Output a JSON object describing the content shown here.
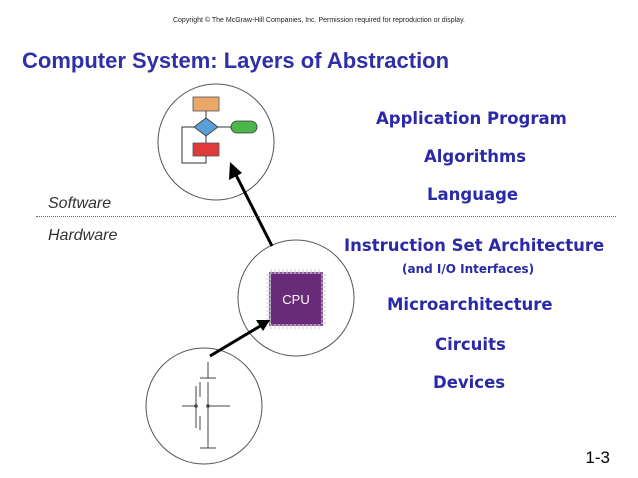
{
  "copyright": "Copyright © The McGraw-Hill Companies, Inc.  Permission required for reproduction or display.",
  "title": "Computer System: Layers of Abstraction",
  "layers": {
    "application_program": "Application Program",
    "algorithms": "Algorithms",
    "language": "Language",
    "isa": "Instruction Set Architecture",
    "isa_sub": "(and I/O Interfaces)",
    "microarchitecture": "Microarchitecture",
    "circuits": "Circuits",
    "devices": "Devices"
  },
  "labels": {
    "software": "Software",
    "hardware": "Hardware",
    "cpu": "CPU"
  },
  "page_number": "1-3",
  "colors": {
    "title": "#2f2fa8",
    "layer_text": "#2a2aa8",
    "cpu_chip": "#6a2a7a",
    "flow_orange": "#e9a86a",
    "flow_blue": "#5aa0d8",
    "flow_green": "#4cb64c",
    "flow_red": "#e03a3a"
  }
}
